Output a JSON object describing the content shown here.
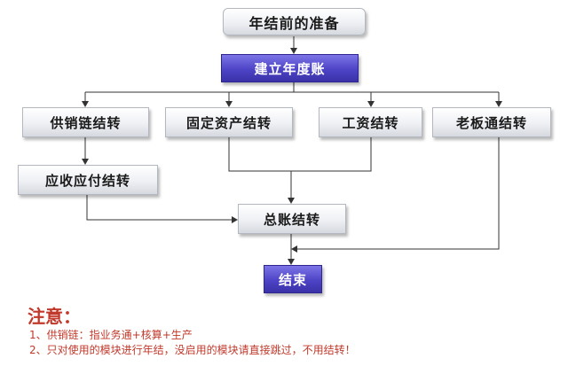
{
  "nodes": {
    "prep": "年结前的准备",
    "new_ledger": "建立年度账",
    "scm": "供销链结转",
    "fixed_assets": "固定资产结转",
    "wage": "工资结转",
    "boss": "老板通结转",
    "arap": "应收应付结转",
    "gl": "总账结转",
    "end": "结束"
  },
  "notes": {
    "title": "注意：",
    "items": [
      "1、供销链：指业务通+核算+生产",
      "2、只对使用的模块进行年结，没启用的模块请直接跳过，不用结转！"
    ]
  },
  "colors": {
    "highlight_box": "#4d43c6",
    "note_text": "#c0392b",
    "line": "#333333"
  }
}
